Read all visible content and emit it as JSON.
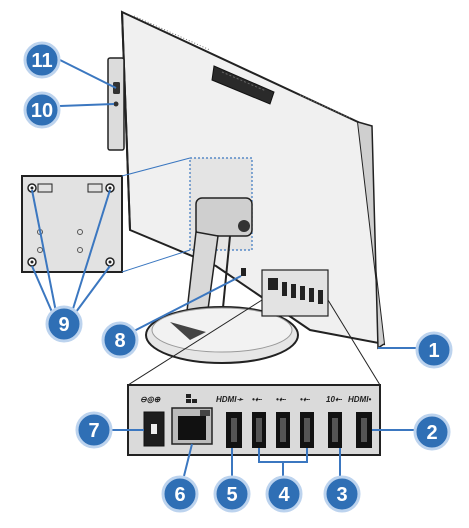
{
  "colors": {
    "callout_fill": "#2f6fb5",
    "callout_ring": "#bcd3ee",
    "leader_line": "#3b77c0",
    "device_fill": "#e9e9e9",
    "device_dark": "#222222",
    "panel_fill": "#d9d9d9"
  },
  "callouts": [
    {
      "id": "1",
      "number": "1"
    },
    {
      "id": "2",
      "number": "2"
    },
    {
      "id": "3",
      "number": "3"
    },
    {
      "id": "4",
      "number": "4"
    },
    {
      "id": "5",
      "number": "5"
    },
    {
      "id": "6",
      "number": "6"
    },
    {
      "id": "7",
      "number": "7"
    },
    {
      "id": "8",
      "number": "8"
    },
    {
      "id": "9",
      "number": "9"
    },
    {
      "id": "10",
      "number": "10"
    },
    {
      "id": "11",
      "number": "11"
    }
  ],
  "port_labels": {
    "power": "⊖◎⊕",
    "hdmi_in": "HDMI➛",
    "usb_a": "•⇠",
    "usb_b": "•⇠",
    "usb_c": "•⇠",
    "usb_10g": "10⇠",
    "hdmi_out": "HDMI•"
  },
  "icons": {
    "lan": "network-icon",
    "usb": "usb-icon",
    "security": "lock-slot-icon",
    "power": "dc-power-icon"
  }
}
